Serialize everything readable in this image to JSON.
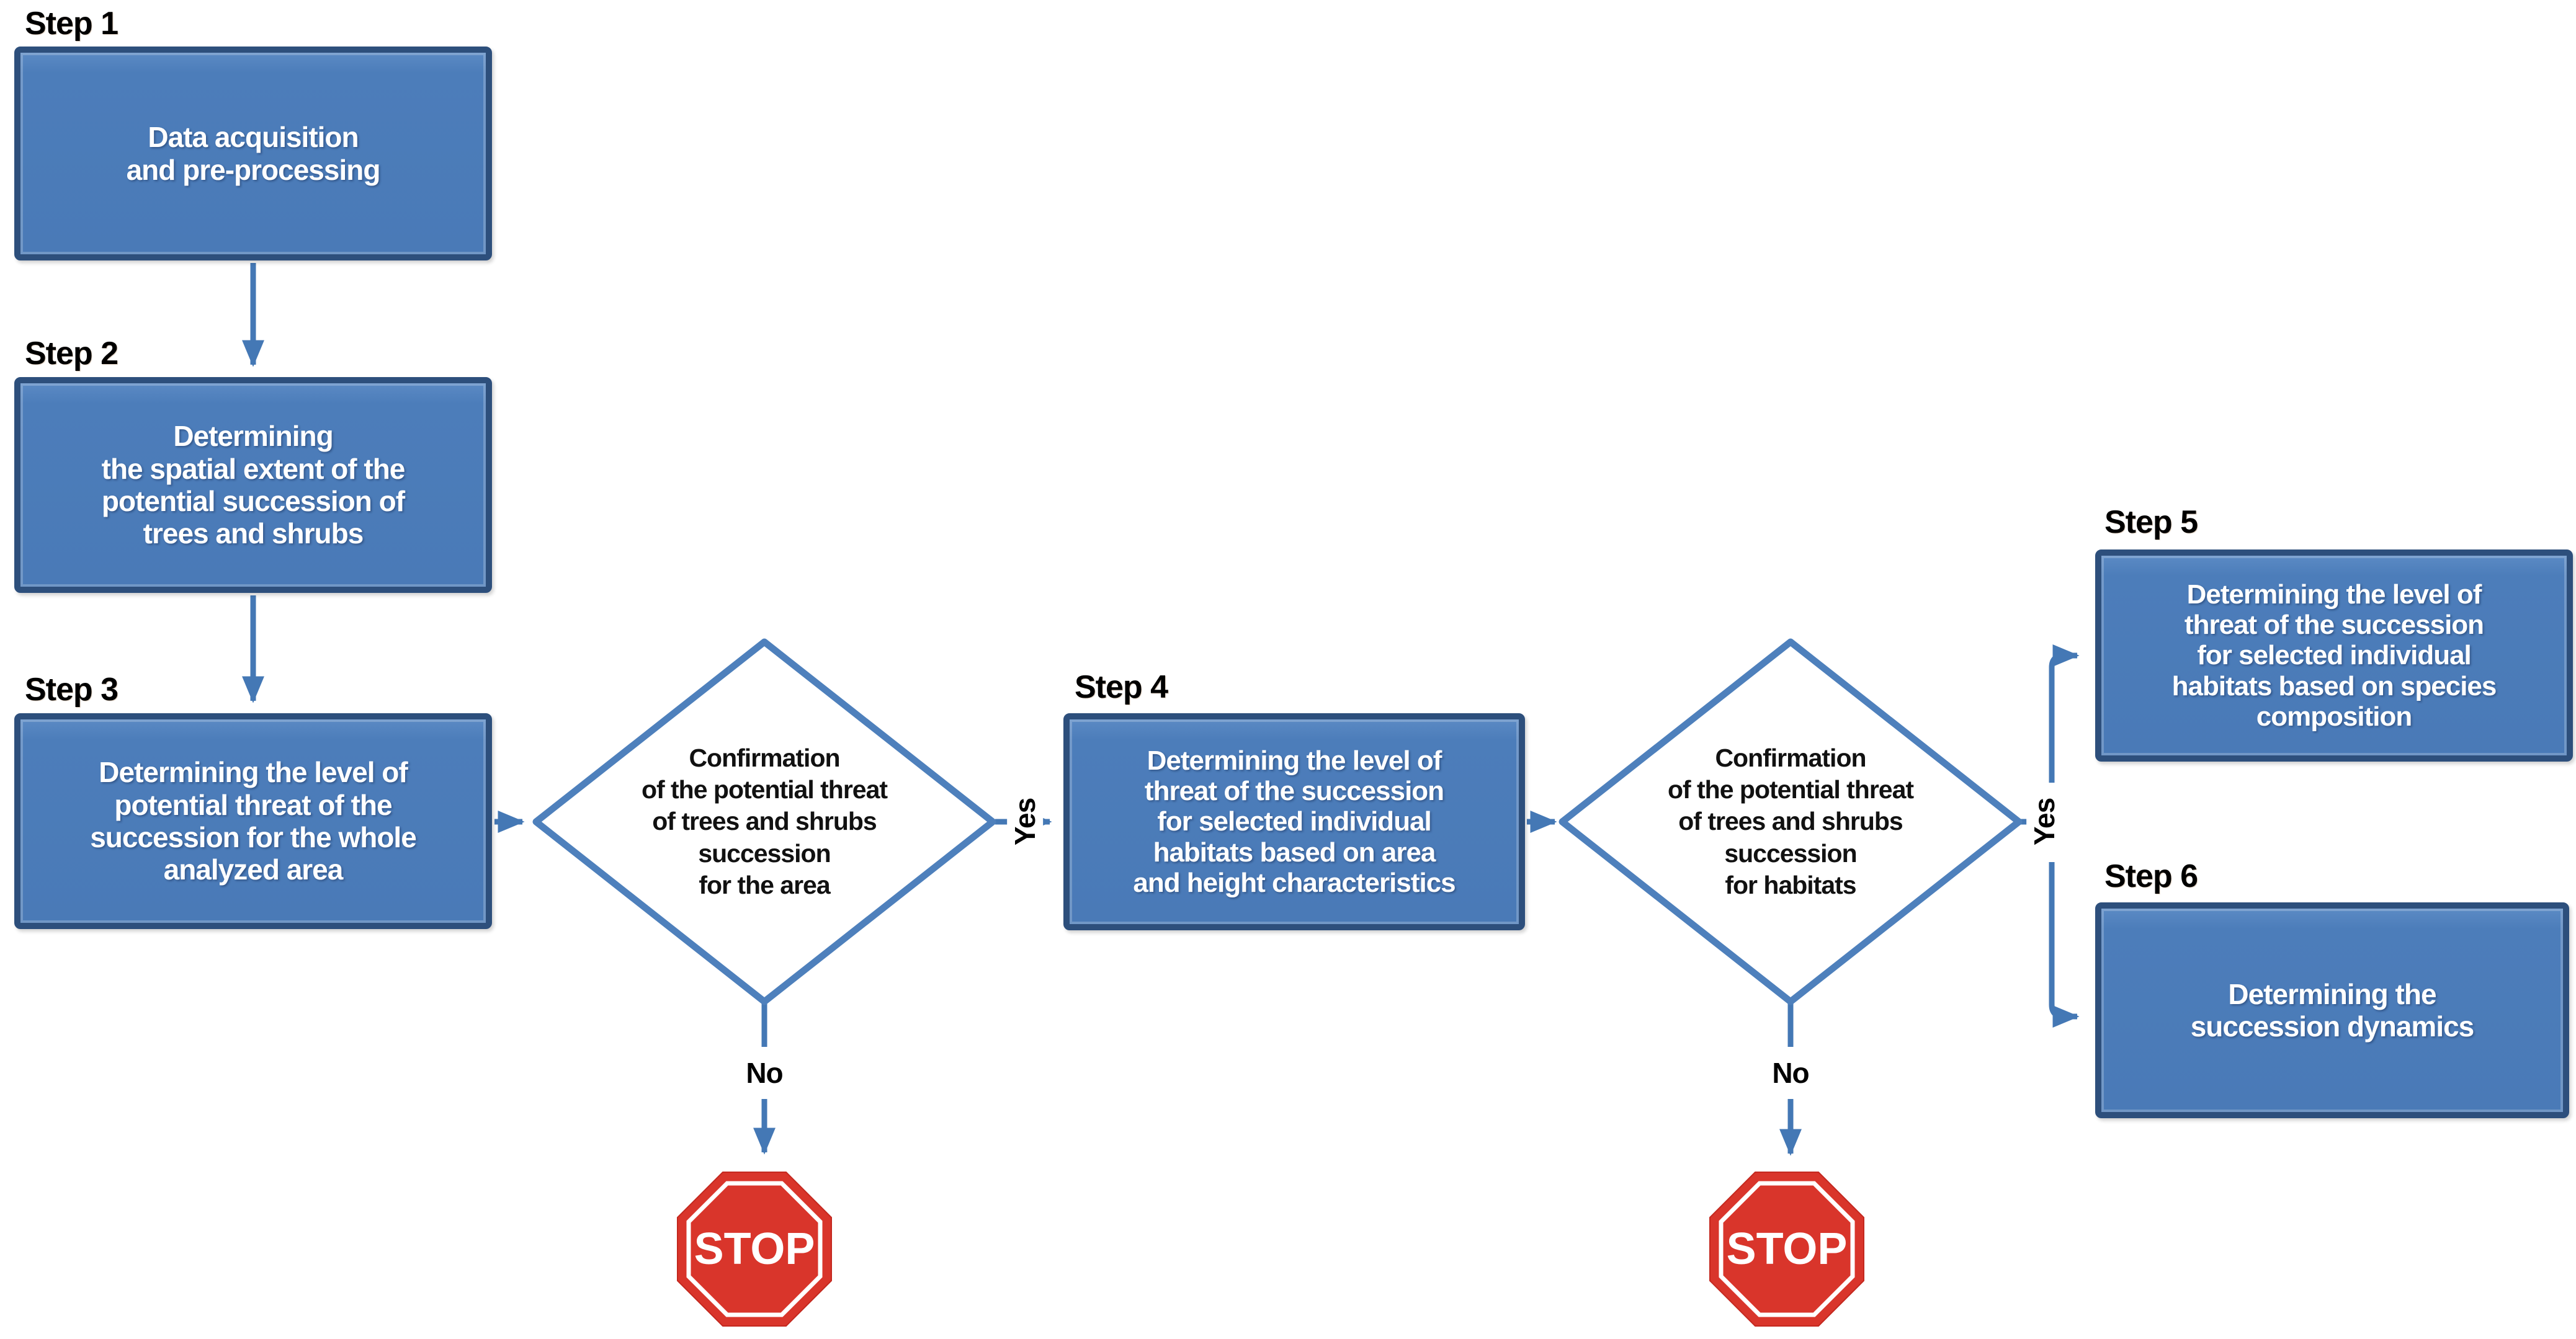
{
  "labels": {
    "yes": "Yes",
    "no": "No",
    "stop": "STOP"
  },
  "steps": [
    {
      "label": "Step 1",
      "text": "Data acquisition\nand pre-processing"
    },
    {
      "label": "Step 2",
      "text": "Determining\nthe spatial extent of the\npotential succession of\ntrees and shrubs"
    },
    {
      "label": "Step 3",
      "text": "Determining the level of\npotential threat of the\nsuccession for the whole\nanalyzed area"
    },
    {
      "label": "Step 4",
      "text": "Determining the level of\nthreat of the succession\nfor selected individual\nhabitats based on area\nand height characteristics"
    },
    {
      "label": "Step 5",
      "text": "Determining the level of\nthreat of the succession\nfor selected individual\nhabitats based on species\ncomposition"
    },
    {
      "label": "Step 6",
      "text": "Determining the\nsuccession dynamics"
    }
  ],
  "decisions": [
    {
      "text": "Confirmation\nof the potential threat\nof trees and shrubs\nsuccession\nfor the area"
    },
    {
      "text": "Confirmation\nof the potential threat\nof trees and shrubs\nsuccession\nfor habitats"
    }
  ],
  "colors": {
    "box_fill": "#4c7dba",
    "box_border": "#2d4f7c",
    "connector_blue": "#4478b5",
    "diamond_border": "#4e80bc",
    "stop_red": "#d9352b",
    "text_white": "#ffffff",
    "text_black": "#000000"
  }
}
